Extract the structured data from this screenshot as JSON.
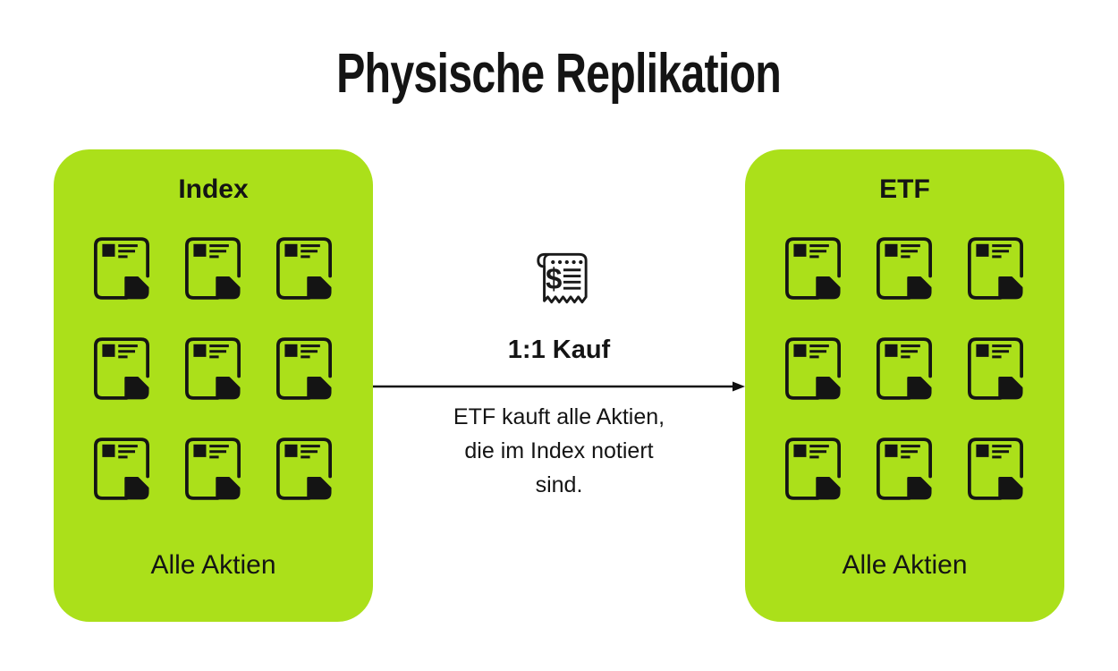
{
  "title": "Physische Replikation",
  "colors": {
    "panel_green": "#ABE01A",
    "ink": "#141414"
  },
  "panels": [
    {
      "title": "Index",
      "caption": "Alle Aktien",
      "documents": 9
    },
    {
      "title": "ETF",
      "caption": "Alle Aktien",
      "documents": 9
    }
  ],
  "transfer": {
    "icon": "receipt-dollar-icon",
    "receipt_currency_symbol": "$",
    "label": "1:1 Kauf",
    "description_line1": "ETF kauft alle Aktien,",
    "description_line2": "die im Index notiert",
    "description_line3": "sind."
  }
}
